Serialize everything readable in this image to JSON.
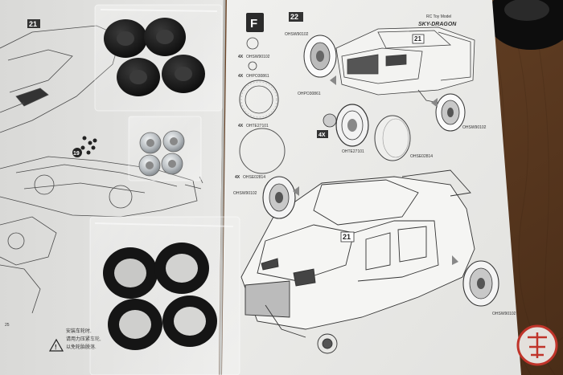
{
  "photo": {
    "subject": "Model car kit instruction manual with bagged rubber tires and wheel rims on a wooden table"
  },
  "manual": {
    "section_letter": "F",
    "left_step_number": "21",
    "step_number_top": "22",
    "step_number_bottom": "21",
    "step_badge_top_right": "21",
    "callout_19": "19",
    "brand_text": "SKY-DRAGON",
    "brand_tagline": "RC Toy Model",
    "parts": [
      {
        "qty": "4X",
        "code": "OHSW90102"
      },
      {
        "qty": "4X",
        "code": "OHPO30861"
      },
      {
        "qty": "4X",
        "code": "OHTE27101"
      },
      {
        "qty": "4X",
        "code": "OHSE02814"
      }
    ],
    "assembly_qty": "4X",
    "assembly_codes": [
      "OHPO30861",
      "OHTE27101",
      "OHSE02814",
      "OHSW90102"
    ],
    "bottom_codes": [
      "OHSW90102",
      "OHSW90102"
    ],
    "warning_text_line1": "安装车轮时,",
    "warning_text_line2": "请用力压紧车轮,",
    "warning_text_line3": "以免轮胎脱落.",
    "page_fragment": "25"
  },
  "colors": {
    "wood": "#6b4426",
    "paper": "#ececec",
    "tire": "#1b1b1b",
    "rim": "#bfc4c8",
    "seal": "#c0342a"
  }
}
